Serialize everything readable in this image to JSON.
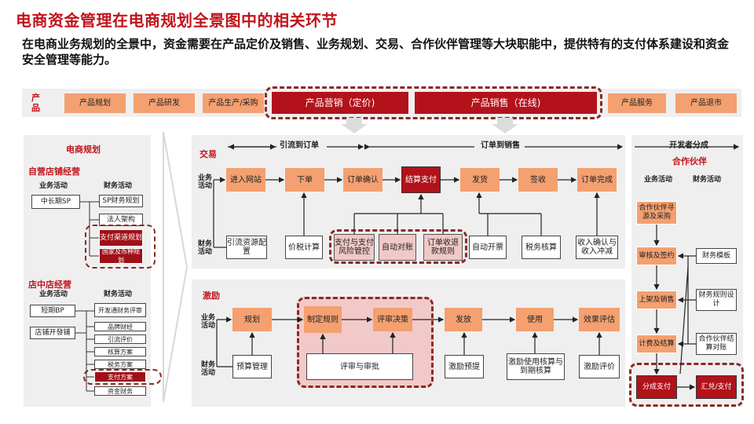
{
  "title": "电商资金管理在电商规划全景图中的相关环节",
  "subtitle": "在电商业务规划的全景中，资金需要在产品定价及销售、业务规划、交易、合作伙伴管理等大块职能中，提供特有的支付体系建设和资金安全管理等能力。",
  "product_bar": {
    "label": "产\n品",
    "items": [
      "产品规划",
      "产品研发",
      "产品生产/采购",
      "产品营销（定价)",
      "产品销售（在线)",
      "产品服务",
      "产品退市"
    ]
  },
  "left_panel": {
    "title": "电商规划",
    "section1": {
      "title": "自营店铺经营",
      "biz_label": "业务活动",
      "fin_label": "财务活动",
      "biz_items": [
        "中长期SP"
      ],
      "fin_items": [
        "SP财务规划",
        "法人架构",
        "支付渠道规划",
        "国家及币种规划"
      ]
    },
    "section2": {
      "title": "店中店经营",
      "biz_label": "业务活动",
      "fin_label": "财务活动",
      "biz_items": [
        "短期BP",
        "店铺开發铺"
      ],
      "fin_items": [
        "开发通财务评审",
        "品牌财经",
        "引流评价",
        "核算方案",
        "税务方案",
        "支付方案",
        "资金财务"
      ]
    }
  },
  "trade": {
    "title": "交易",
    "arrow1": "引流到订单",
    "arrow2": "订单到销售",
    "biz_label": "业务活动",
    "fin_label": "财务活动",
    "biz_items": [
      "进入网站",
      "下单",
      "订单确认",
      "结算支付",
      "发货",
      "签收",
      "订单完成"
    ],
    "fin_items": [
      "引流资源配置",
      "价税计算",
      "支付与支付风险管控",
      "自动对账",
      "订单收退款规则",
      "自动开票",
      "税务核算",
      "收入确认与收入冲减"
    ]
  },
  "incentive": {
    "title": "激励",
    "biz_label": "业务活动",
    "fin_label": "财务活动",
    "biz_items": [
      "规划",
      "制定规则",
      "评审决策",
      "发放",
      "使用",
      "效果评估"
    ],
    "fin_items": [
      "预算管理",
      "评审与审批",
      "激励预提",
      "激励使用核算与到期核算",
      "激励评价"
    ]
  },
  "partner": {
    "arrow": "开发者分成",
    "title": "合作伙伴",
    "biz_label": "业务活动",
    "fin_label": "财务活动",
    "biz_items": [
      "合作伙伴寻源及采购",
      "审核及签约",
      "上架及销售",
      "计费及结算"
    ],
    "fin_items": [
      "财务模板",
      "财务规则设计",
      "合作伙伴结算对账"
    ],
    "bottom_items": [
      "分成支付",
      "汇兑/支付"
    ]
  },
  "colors": {
    "accent_red": "#c0141c",
    "orange": "#f4a070",
    "dark_red": "#b3121b"
  }
}
